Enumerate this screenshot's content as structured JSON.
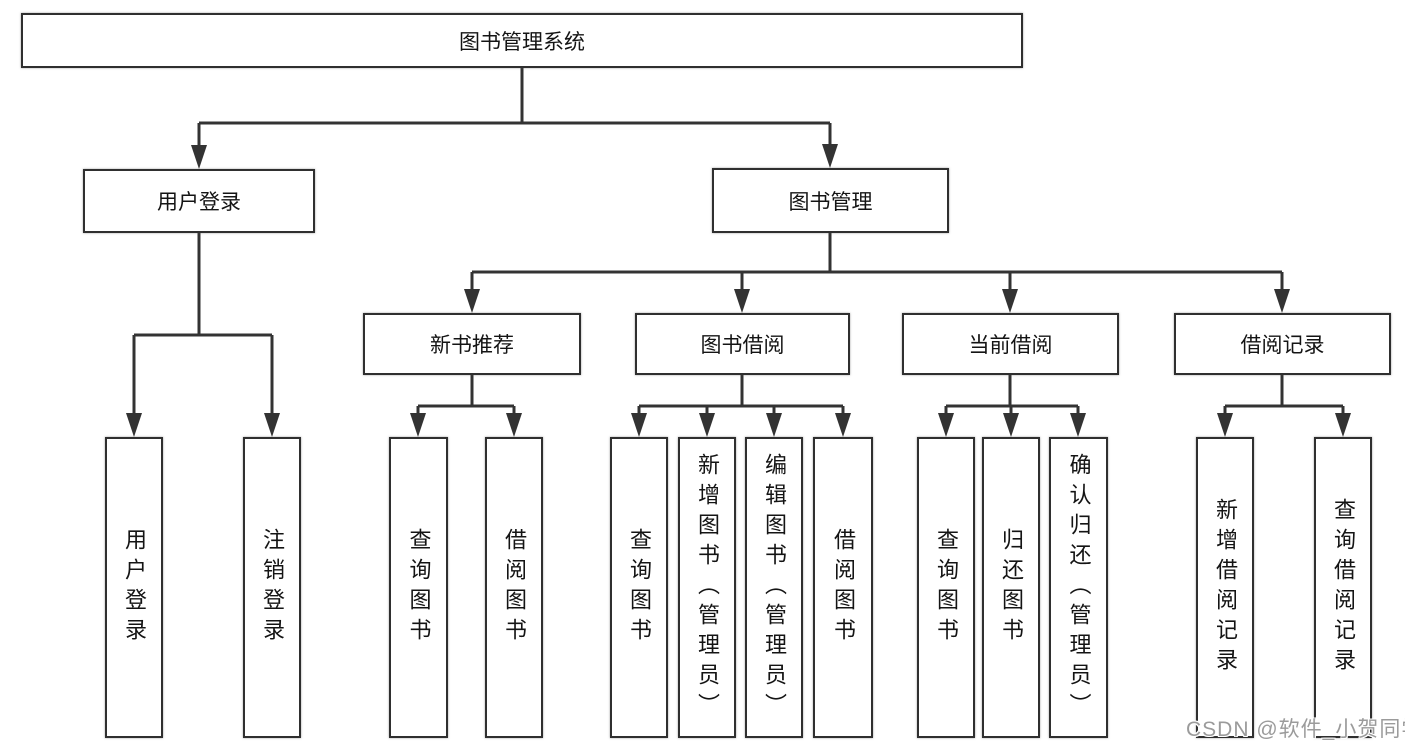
{
  "diagram": {
    "root": {
      "label": "图书管理系统",
      "children": [
        {
          "label": "用户登录",
          "children": [
            {
              "label": "用户登录"
            },
            {
              "label": "注销登录"
            }
          ]
        },
        {
          "label": "图书管理",
          "children": [
            {
              "label": "新书推荐",
              "children": [
                {
                  "label": "查询图书"
                },
                {
                  "label": "借阅图书"
                }
              ]
            },
            {
              "label": "图书借阅",
              "children": [
                {
                  "label": "查询图书"
                },
                {
                  "label": "新增图书（管理员）"
                },
                {
                  "label": "编辑图书（管理员）"
                },
                {
                  "label": "借阅图书"
                }
              ]
            },
            {
              "label": "当前借阅",
              "children": [
                {
                  "label": "查询图书"
                },
                {
                  "label": "归还图书"
                },
                {
                  "label": "确认归还（管理员）"
                }
              ]
            },
            {
              "label": "借阅记录",
              "children": [
                {
                  "label": "新增借阅记录"
                },
                {
                  "label": "查询借阅记录"
                }
              ]
            }
          ]
        }
      ]
    }
  },
  "colors": {
    "line": "#333333",
    "box_border": "#2f2f2f",
    "box_fill": "#ffffff",
    "text": "#141414",
    "watermark": "#9b9b9b"
  },
  "watermark": "CSDN @软件_小贺同学"
}
